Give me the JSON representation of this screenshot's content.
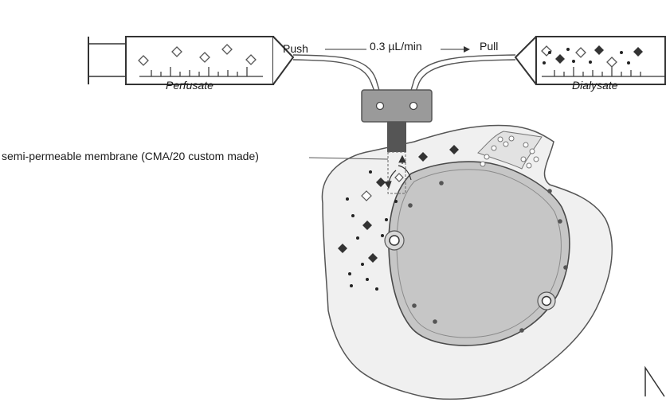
{
  "diagram": {
    "labels": {
      "push": "Push",
      "flow_rate": "0.3 µL/min",
      "pull": "Pull",
      "perfusate": "Perfusate",
      "dialysate": "Dialysate",
      "membrane": "semi-permeable membrane (CMA/20 custom made)"
    },
    "colors": {
      "line": "#333333",
      "probe_head": "#9a9a9a",
      "probe_shaft": "#555555",
      "cell_outer": "#f0f0f0",
      "cell_inner": "#c6c6c6",
      "cell_ring": "#a9a9a9"
    },
    "icons": [
      "syringe-icon",
      "diamond-open-icon",
      "diamond-filled-icon",
      "dot-icon",
      "arrow-right-icon"
    ]
  }
}
